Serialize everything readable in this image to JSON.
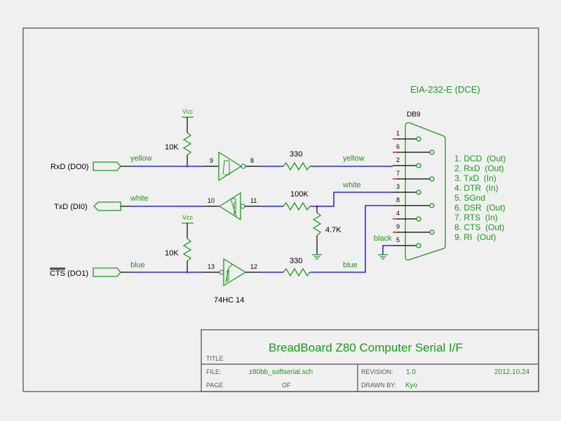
{
  "schematic": {
    "connector_title": "EIA-232-E (DCE)",
    "connector_name": "DB9",
    "ports": [
      {
        "label": "RxD (DO0)",
        "wire_color": "yellow"
      },
      {
        "label": "TxD (DI0)",
        "wire_color": "white"
      },
      {
        "label": "CTS (DO1)",
        "wire_color": "blue",
        "overline": "CTS",
        "rest": " (DO1)"
      }
    ],
    "pullups": [
      {
        "supply": "Vcc",
        "value": "10K"
      },
      {
        "supply": "Vcc",
        "value": "10K"
      }
    ],
    "gates": [
      {
        "in_pin": "9",
        "out_pin": "8"
      },
      {
        "in_pin": "10",
        "out_pin": "11"
      },
      {
        "in_pin": "13",
        "out_pin": "12"
      }
    ],
    "ic_name": "74HC 14",
    "series_resistors": [
      "330",
      "100K",
      "330"
    ],
    "divider_resistor": "4.7K",
    "db_wire_labels": [
      "yellow",
      "white",
      "blue",
      "black"
    ],
    "db_pins": [
      "1",
      "6",
      "2",
      "7",
      "3",
      "8",
      "4",
      "9",
      "5"
    ],
    "pinout": [
      "1. DCD  (Out)",
      "2. RxD  (Out)",
      "3. TxD  (In)",
      "4. DTR  (In)",
      "5. SGnd",
      "6. DSR  (Out)",
      "7. RTS  (In)",
      "8. CTS  (Out)",
      "9. RI  (Out)"
    ]
  },
  "title_block": {
    "title_label": "TITLE",
    "title": "BreadBoard Z80 Computer Serial I/F",
    "file_label": "FILE:",
    "file": "z80bb_softserial.sch",
    "page_label": "PAGE",
    "of_label": "OF",
    "revision_label": "REVISION:",
    "revision": "1.0",
    "date": "2012.10.24",
    "drawn_by_label": "DRAWN BY:",
    "drawn_by": "Kyo"
  },
  "colors": {
    "wire": "#0000cc",
    "component": "#1a9a1a",
    "junction": "#9933cc",
    "frame": "#555555"
  }
}
